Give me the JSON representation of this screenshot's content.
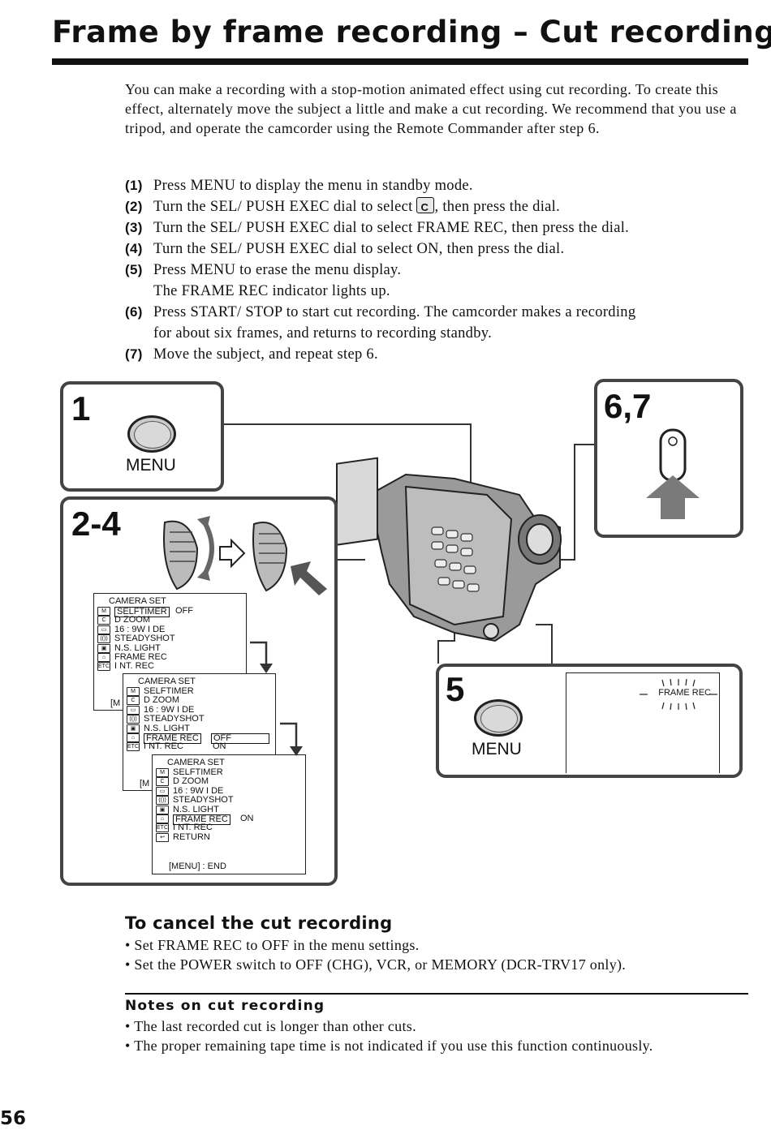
{
  "title": "Frame by frame recording – Cut recording",
  "intro": "You can make a recording with a stop-motion animated effect using cut recording. To create this effect, alternately move the subject a little and make a cut recording. We recommend that you use a tripod, and operate the camcorder using the Remote Commander after step 6.",
  "steps": [
    {
      "num": "(1)",
      "text": "Press MENU to display the menu in standby mode."
    },
    {
      "num": "(2)",
      "text_before": "Turn the SEL/ PUSH EXEC dial to select ",
      "icon": "camera-set-icon",
      "text_after": ", then press the dial."
    },
    {
      "num": "(3)",
      "text": "Turn the SEL/ PUSH EXEC dial to select FRAME REC, then press the dial."
    },
    {
      "num": "(4)",
      "text": "Turn the SEL/ PUSH EXEC dial to select ON, then press the dial."
    },
    {
      "num": "(5)",
      "text": "Press MENU to erase the menu display.",
      "sub": "The FRAME REC indicator lights up."
    },
    {
      "num": "(6)",
      "text": "Press START/ STOP to start cut recording. The camcorder makes a recording",
      "sub": "for about six frames, and returns to recording standby."
    },
    {
      "num": "(7)",
      "text": "Move the subject, and repeat step 6."
    }
  ],
  "figure": {
    "panel1": {
      "label": "1",
      "button_label": "MENU"
    },
    "panel24": {
      "label": "2-4"
    },
    "panel67": {
      "label": "6,7"
    },
    "panel5": {
      "label": "5",
      "button_label": "MENU",
      "indicator": "FRAME REC"
    },
    "menu_screens": [
      {
        "header": "CAMERA SET",
        "rows": [
          {
            "icon": "M",
            "label": "SELFTIMER",
            "value": "OFF",
            "boxed": true
          },
          {
            "icon": "C",
            "label": "D ZOOM",
            "value": ""
          },
          {
            "icon": "▭",
            "label": "16 : 9W I DE",
            "value": ""
          },
          {
            "icon": "(())",
            "label": "STEADYSHOT",
            "value": ""
          },
          {
            "icon": "▣",
            "label": "N.S. LIGHT",
            "value": ""
          },
          {
            "icon": "⌂",
            "label": "FRAME REC",
            "value": ""
          },
          {
            "icon": "ETC",
            "label": "I NT. REC",
            "value": ""
          }
        ],
        "footer": "[M"
      },
      {
        "header": "CAMERA SET",
        "rows": [
          {
            "icon": "M",
            "label": "SELFTIMER",
            "value": ""
          },
          {
            "icon": "C",
            "label": "D ZOOM",
            "value": ""
          },
          {
            "icon": "▭",
            "label": "16 : 9W I DE",
            "value": ""
          },
          {
            "icon": "(())",
            "label": "STEADYSHOT",
            "value": ""
          },
          {
            "icon": "▣",
            "label": "N.S. LIGHT",
            "value": ""
          },
          {
            "icon": "⌂",
            "label": "FRAME REC",
            "value": "OFF",
            "boxed": true
          },
          {
            "icon": "ETC",
            "label": "I NT. REC",
            "value": "ON"
          }
        ],
        "footer": "[M"
      },
      {
        "header": "CAMERA SET",
        "rows": [
          {
            "icon": "M",
            "label": "SELFTIMER",
            "value": ""
          },
          {
            "icon": "C",
            "label": "D ZOOM",
            "value": ""
          },
          {
            "icon": "▭",
            "label": "16 : 9W I DE",
            "value": ""
          },
          {
            "icon": "(())",
            "label": "STEADYSHOT",
            "value": ""
          },
          {
            "icon": "▣",
            "label": "N.S. LIGHT",
            "value": ""
          },
          {
            "icon": "⌂",
            "label": "FRAME REC",
            "value": "ON",
            "boxed": true
          },
          {
            "icon": "ETC",
            "label": "I NT. REC",
            "value": ""
          },
          {
            "icon": "↩",
            "label": "RETURN",
            "value": ""
          }
        ],
        "footer": "[MENU] : END"
      }
    ]
  },
  "cancel": {
    "heading": "To cancel the cut recording",
    "items": [
      "Set FRAME REC to OFF in the menu settings.",
      "Set the POWER switch to OFF (CHG), VCR, or MEMORY (DCR-TRV17 only)."
    ]
  },
  "notes": {
    "heading": "Notes on cut recording",
    "items": [
      "The last recorded cut is longer than other cuts.",
      "The proper remaining tape time is not indicated if you use this function continuously."
    ]
  },
  "page_number": "56"
}
